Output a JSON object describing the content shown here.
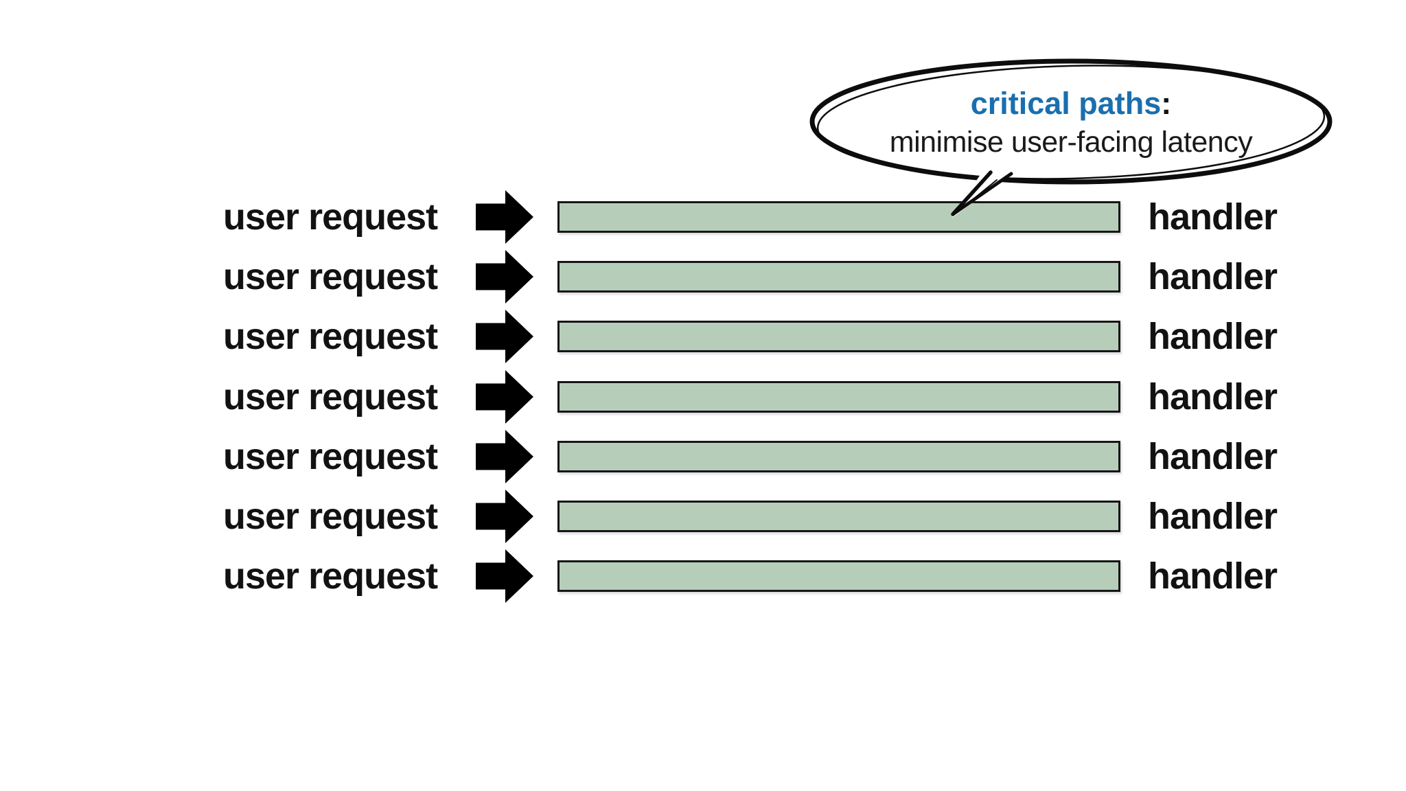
{
  "bubble": {
    "title": "critical paths",
    "title_suffix": ":",
    "subtitle": "minimise user-facing latency",
    "title_color": "#1a6fae",
    "outline_color": "#0d0d0d",
    "fill_color": "#ffffff"
  },
  "rows": [
    {
      "request_label": "user request",
      "handler_label": "handler"
    },
    {
      "request_label": "user request",
      "handler_label": "handler"
    },
    {
      "request_label": "user request",
      "handler_label": "handler"
    },
    {
      "request_label": "user request",
      "handler_label": "handler"
    },
    {
      "request_label": "user request",
      "handler_label": "handler"
    },
    {
      "request_label": "user request",
      "handler_label": "handler"
    },
    {
      "request_label": "user request",
      "handler_label": "handler"
    }
  ],
  "colors": {
    "accent": "#1a6fae",
    "bar_fill": "#b6ceb9",
    "bar_border": "#161616",
    "arrow": "#000000",
    "text": "#121212",
    "background": "#ffffff"
  }
}
